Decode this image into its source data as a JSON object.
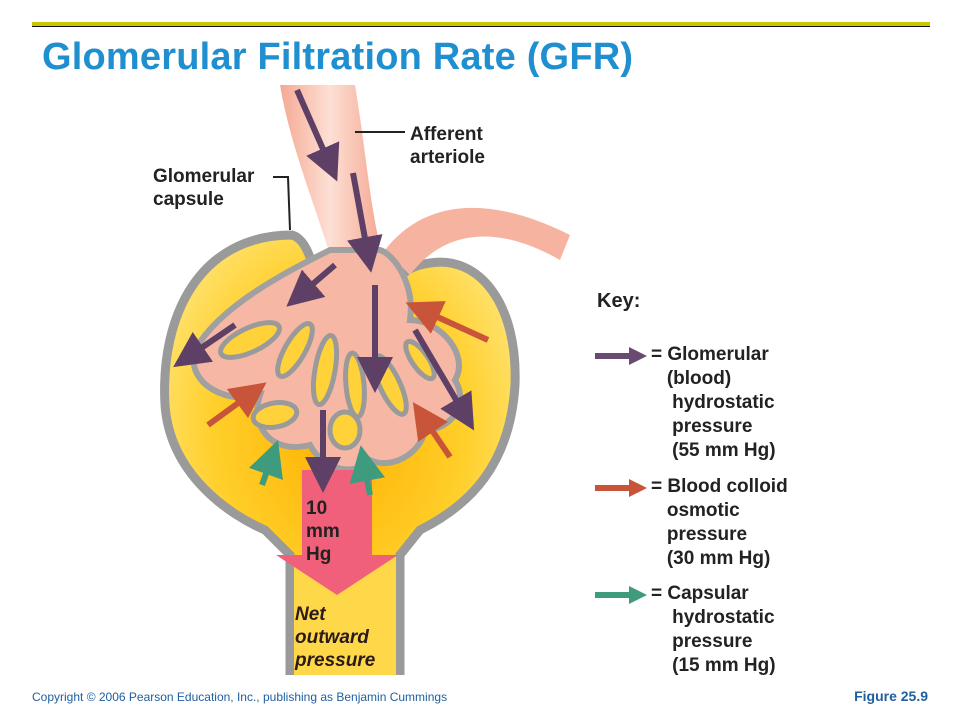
{
  "title": "Glomerular Filtration Rate (GFR)",
  "labels": {
    "afferent": [
      "Afferent",
      "arteriole"
    ],
    "capsule": [
      "Glomerular",
      "capsule"
    ],
    "net_value": [
      "10",
      "mm",
      "Hg"
    ],
    "net_pressure": [
      "Net",
      "outward",
      "pressure"
    ]
  },
  "key": {
    "title": "Key:",
    "items": [
      {
        "text": "= Glomerular\n   (blood)\n    hydrostatic\n    pressure\n    (55 mm Hg)",
        "color": "#6b4a72",
        "icon": "purple-arrow-icon"
      },
      {
        "text": "= Blood colloid\n   osmotic\n   pressure\n   (30 mm Hg)",
        "color": "#c8553a",
        "icon": "orange-arrow-icon"
      },
      {
        "text": "= Capsular\n    hydrostatic\n    pressure\n    (15 mm Hg)",
        "color": "#3f9b7e",
        "icon": "green-arrow-icon"
      }
    ]
  },
  "colors": {
    "title": "#1f8fd0",
    "capsule_fill": "#ffd23a",
    "capsule_outline": "#9a9a9a",
    "vessel": "#f6b4a0",
    "net_arrow": "#f0607a"
  },
  "footer": {
    "copyright": "Copyright © 2006 Pearson Education, Inc., publishing as Benjamin Cummings",
    "figure": "Figure 25.9"
  }
}
